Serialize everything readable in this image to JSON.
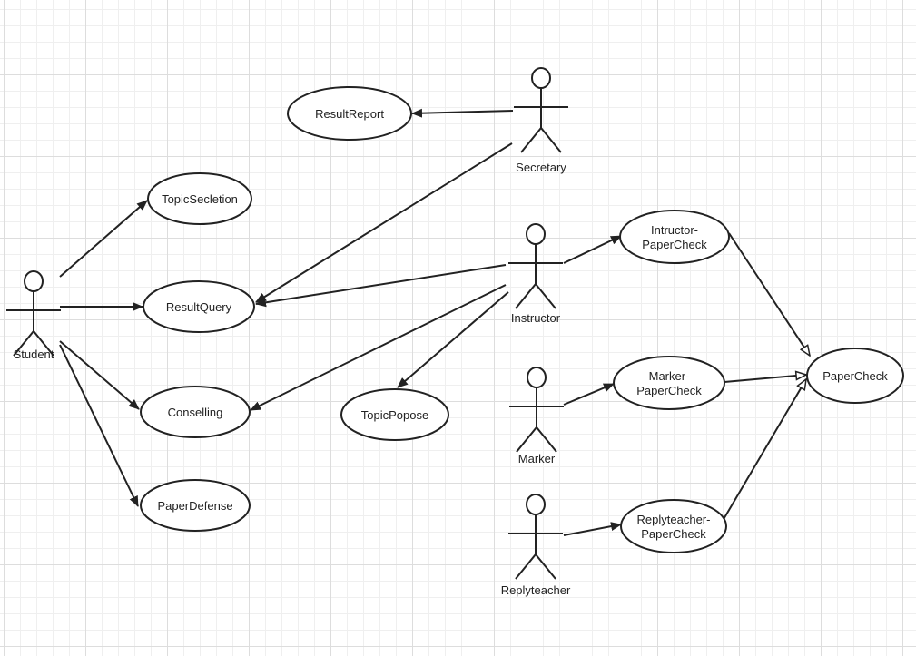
{
  "actors": [
    {
      "id": "student",
      "label": "Student"
    },
    {
      "id": "secretary",
      "label": "Secretary"
    },
    {
      "id": "instructor",
      "label": "Instructor"
    },
    {
      "id": "marker",
      "label": "Marker"
    },
    {
      "id": "replyteacher",
      "label": "Replyteacher"
    }
  ],
  "use_cases": [
    {
      "id": "result_report",
      "lines": [
        "ResultReport"
      ]
    },
    {
      "id": "topic_selection",
      "lines": [
        "TopicSecletion"
      ]
    },
    {
      "id": "result_query",
      "lines": [
        "ResultQuery"
      ]
    },
    {
      "id": "conselling",
      "lines": [
        "Conselling"
      ]
    },
    {
      "id": "paper_defense",
      "lines": [
        "PaperDefense"
      ]
    },
    {
      "id": "topic_propose",
      "lines": [
        "TopicPopose"
      ]
    },
    {
      "id": "instructor_papercheck",
      "lines": [
        "Intructor-",
        "PaperCheck"
      ]
    },
    {
      "id": "marker_papercheck",
      "lines": [
        "Marker-",
        "PaperCheck"
      ]
    },
    {
      "id": "replyteacher_papercheck",
      "lines": [
        "Replyteacher-",
        "PaperCheck"
      ]
    },
    {
      "id": "paper_check",
      "lines": [
        "PaperCheck"
      ]
    }
  ],
  "relations": [
    {
      "from": "student",
      "to": "topic_selection",
      "type": "association"
    },
    {
      "from": "student",
      "to": "result_query",
      "type": "association"
    },
    {
      "from": "student",
      "to": "conselling",
      "type": "association"
    },
    {
      "from": "student",
      "to": "paper_defense",
      "type": "association"
    },
    {
      "from": "secretary",
      "to": "result_report",
      "type": "association"
    },
    {
      "from": "secretary",
      "to": "result_query",
      "type": "association"
    },
    {
      "from": "instructor",
      "to": "result_query",
      "type": "association"
    },
    {
      "from": "instructor",
      "to": "conselling",
      "type": "association"
    },
    {
      "from": "instructor",
      "to": "topic_propose",
      "type": "association"
    },
    {
      "from": "instructor",
      "to": "instructor_papercheck",
      "type": "association"
    },
    {
      "from": "marker",
      "to": "marker_papercheck",
      "type": "association"
    },
    {
      "from": "replyteacher",
      "to": "replyteacher_papercheck",
      "type": "association"
    },
    {
      "from": "instructor_papercheck",
      "to": "paper_check",
      "type": "generalization"
    },
    {
      "from": "marker_papercheck",
      "to": "paper_check",
      "type": "generalization"
    },
    {
      "from": "replyteacher_papercheck",
      "to": "paper_check",
      "type": "generalization"
    }
  ]
}
